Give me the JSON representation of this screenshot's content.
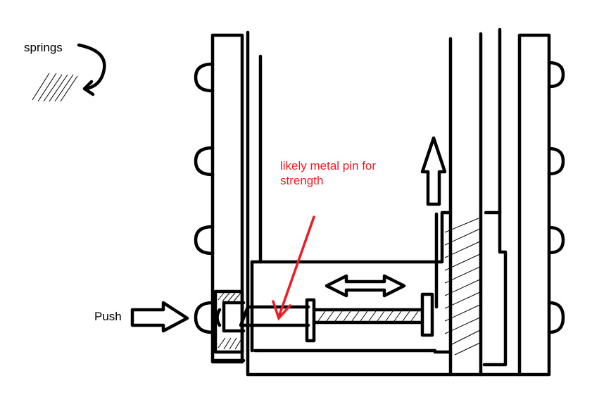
{
  "labels": {
    "springs": "springs",
    "push": "Push",
    "annotation_line1": "likely metal pin for",
    "annotation_line2": "strength"
  },
  "colors": {
    "ink": "#000000",
    "annotation": "#ed1c24",
    "background": "#ffffff"
  }
}
